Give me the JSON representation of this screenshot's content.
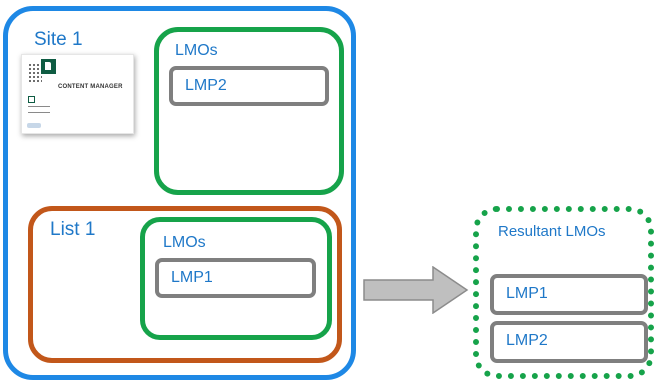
{
  "site": {
    "label": "Site 1"
  },
  "site_lmos": {
    "label": "LMOs",
    "items": [
      "LMP2"
    ]
  },
  "list": {
    "label": "List 1"
  },
  "list_lmos": {
    "label": "LMOs",
    "items": [
      "LMP1"
    ]
  },
  "logo": {
    "text": "CONTENT MANAGER",
    "icon": "content-manager-logo"
  },
  "result": {
    "label": "Resultant LMOs",
    "items": [
      "LMP1",
      "LMP2"
    ]
  },
  "arrow": {
    "icon": "right-arrow"
  },
  "colors": {
    "site_border": "#1e88e5",
    "lmos_border": "#16a34a",
    "list_border": "#c2571a",
    "lmp_border": "#7f7f7f",
    "text": "#1f78c8",
    "arrow_fill": "#bfbfbf"
  }
}
